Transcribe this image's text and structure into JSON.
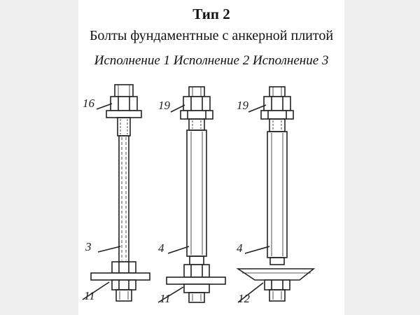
{
  "header": {
    "type_label": "Тип 2",
    "subtitle": "Болты фундаментные с анкерной плитой",
    "variants_line": "Исполнение 1 Исполнение 2 Исполнение 3"
  },
  "callouts": {
    "v1_nut": "16",
    "v1_rod": "3",
    "v1_plate": "11",
    "v2_nut": "19",
    "v2_rod": "4",
    "v2_plate": "11",
    "v3_nut": "19",
    "v3_rod": "4",
    "v3_plate": "12"
  },
  "colors": {
    "ink": "#222222",
    "panel": "#ffffff",
    "background": "#efefef"
  }
}
